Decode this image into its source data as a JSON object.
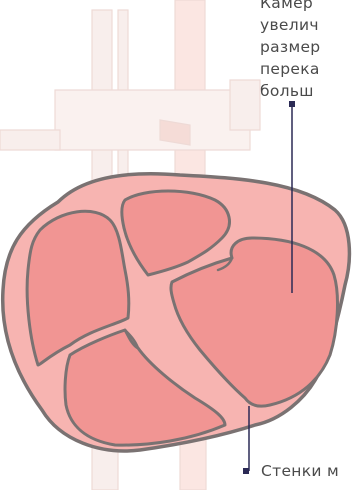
{
  "labels": {
    "chambers_lines": [
      "Камер",
      "увелич",
      "размер",
      "перека",
      "больш"
    ],
    "walls": "Стенки м"
  },
  "colors": {
    "heart_outer": "#f7b4b1",
    "chamber_fill": "#f19593",
    "outline": "#7a7272",
    "background_vessels": "#f7ecea",
    "leader_line": "#2b2a55",
    "text": "#4a4a4a"
  }
}
